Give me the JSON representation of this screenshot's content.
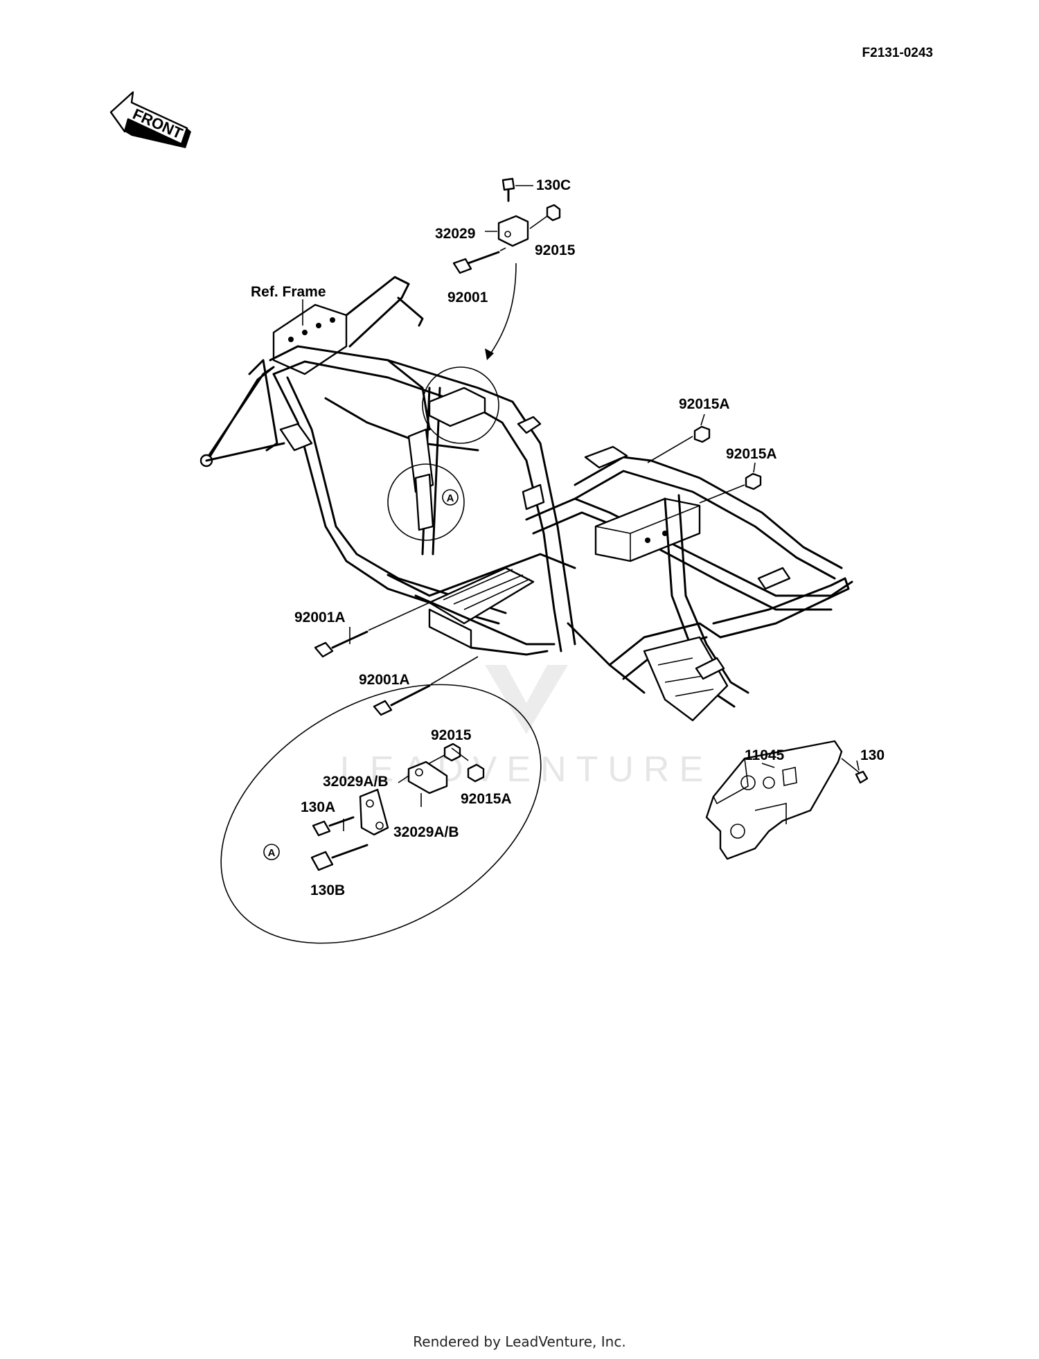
{
  "figure_number": "F2131-0243",
  "front_arrow": "FRONT",
  "ref_frame": "Ref. Frame",
  "watermark": "LEADVENTURE",
  "callout_a": "A",
  "footer": "Rendered by LeadVenture, Inc.",
  "parts": {
    "p130c": "130C",
    "p32029": "32029",
    "p92015_top": "92015",
    "p92001": "92001",
    "p92015a_1": "92015A",
    "p92015a_2": "92015A",
    "p92001a_1": "92001A",
    "p92001a_2": "92001A",
    "p11045": "11045",
    "p130": "130"
  },
  "detail": {
    "p92015": "92015",
    "p32029ab_1": "32029A/B",
    "p92015a": "92015A",
    "p130a": "130A",
    "p32029ab_2": "32029A/B",
    "p130b": "130B"
  },
  "colors": {
    "ink": "#000000",
    "paper": "#ffffff",
    "watermark": "#e6e6e6"
  }
}
